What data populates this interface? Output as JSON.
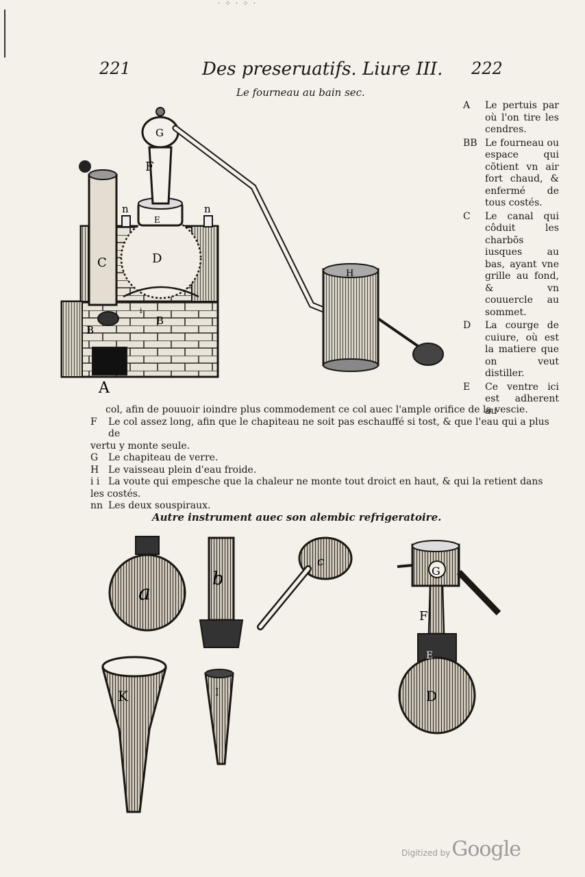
{
  "header": {
    "page_left": "221",
    "page_right": "222",
    "running_title": "Des preseruatifs. Liure III."
  },
  "figure1": {
    "caption": "Le fourneau au bain sec.",
    "labels": {
      "A": "A",
      "B1": "B",
      "B2": "B",
      "C": "C",
      "D": "D",
      "E": "E",
      "F": "F",
      "G": "G",
      "H": "H",
      "i": "i",
      "n1": "n",
      "n2": "n"
    }
  },
  "side_legend": [
    {
      "key": "A",
      "text": "Le pertuis par où l'on tire les cendres."
    },
    {
      "key": "BB",
      "text": "Le fourneau ou espace qui cõtient vn air fort chaud, & enfermé de tous costés."
    },
    {
      "key": "C",
      "text": "Le canal qui côduit les charbõs iusques au bas, ayant vne grille au fond, & vn couuercle au sommet."
    },
    {
      "key": "D",
      "text": "La courge de cuiure, où est la matiere que on veut distiller."
    },
    {
      "key": "E",
      "text": "Ce ventre ici est adherent au"
    }
  ],
  "lower_legend": {
    "continuation": "col, afin de pouuoir ioindre plus commodement ce col auec l'ample orifice de la vescie.",
    "items": [
      {
        "key": "F",
        "lines": [
          "Le col assez long, afin que le chapiteau ne soit pas eschauffé si tost, & que l'eau qui a plus de",
          "vertu y monte seule."
        ]
      },
      {
        "key": "G",
        "lines": [
          "Le chapiteau de verre."
        ]
      },
      {
        "key": "H",
        "lines": [
          "Le vaisseau plein d'eau froide."
        ]
      },
      {
        "key": "i i",
        "lines": [
          "La voute qui empesche que la chaleur ne monte tout droict en haut, & qui la retient dans",
          "les costés."
        ]
      },
      {
        "key": "nn",
        "lines": [
          "Les deux souspiraux."
        ]
      }
    ]
  },
  "figure2": {
    "caption": "Autre instrument auec son alembic refrigeratoire.",
    "labels": {
      "a": "a",
      "b": "b",
      "c": "c",
      "G": "G",
      "F": "F",
      "E": "E",
      "D": "D",
      "K": "K",
      "I": "I"
    }
  },
  "watermark": {
    "prefix": "Digitized by",
    "brand": "Google"
  },
  "colors": {
    "paper": "#f4f1ea",
    "ink": "#1a1714",
    "watermark": "#9a9a9a"
  }
}
